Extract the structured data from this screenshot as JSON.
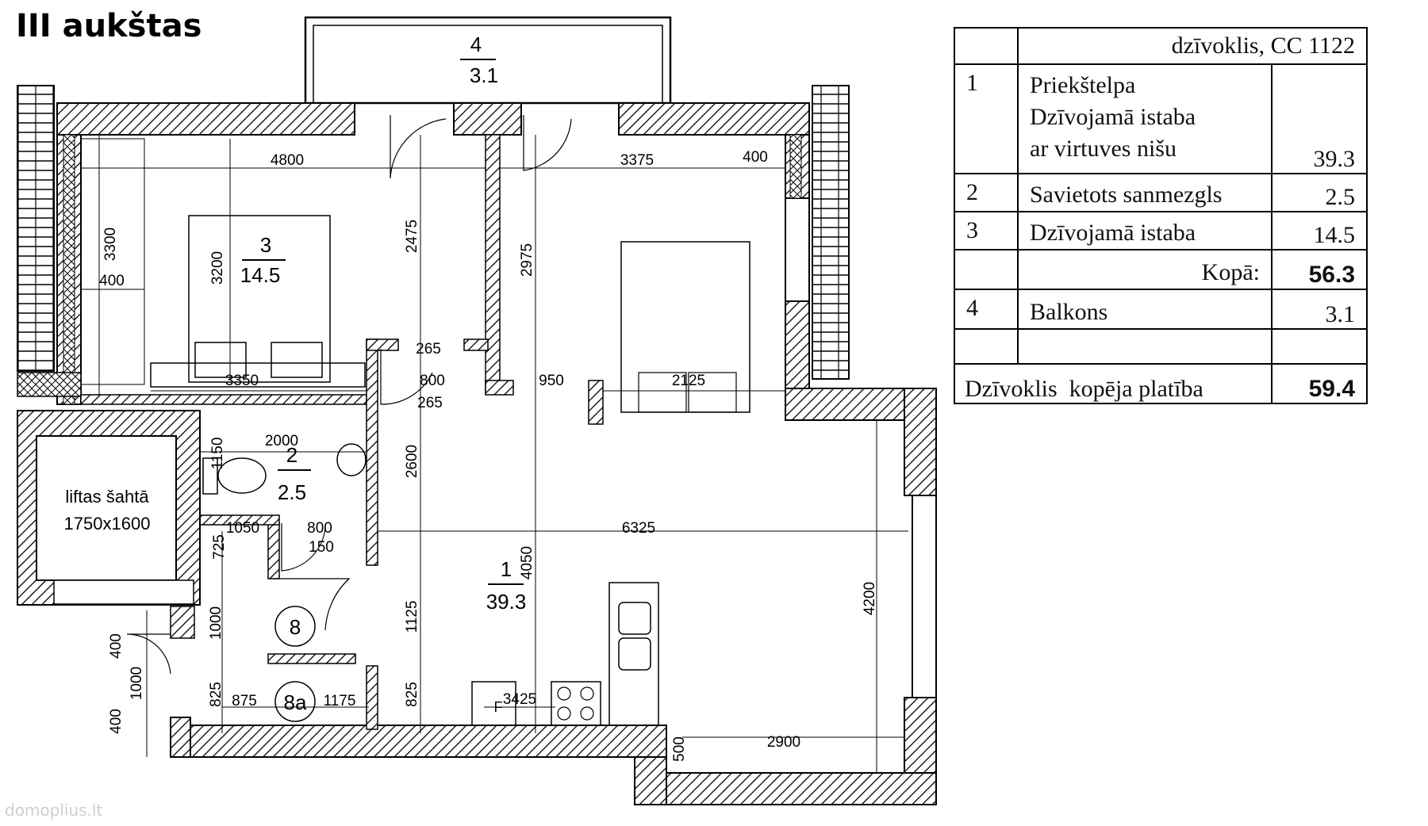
{
  "floor_title": "III aukštas",
  "watermark": "domoplius.lt",
  "plan": {
    "rooms": [
      {
        "no": "4",
        "area": "3.1"
      },
      {
        "no": "3",
        "area": "14.5"
      },
      {
        "no": "2",
        "area": "2.5"
      },
      {
        "no": "1",
        "area": "39.3"
      }
    ],
    "elevator": {
      "line1": "liftas šahtā",
      "line2": "1750x1600"
    },
    "stair_labels": [
      "8",
      "8a"
    ],
    "fridge_label": "F",
    "dimensions": [
      "4800",
      "3375",
      "400",
      "3300",
      "400",
      "3200",
      "2475",
      "2975",
      "265",
      "800",
      "265",
      "950",
      "3350",
      "2125",
      "2000",
      "1150",
      "2600",
      "1050",
      "800",
      "150",
      "725",
      "6325",
      "4050",
      "4200",
      "1000",
      "1125",
      "400",
      "1000",
      "825",
      "825",
      "400",
      "875",
      "1175",
      "3425",
      "2900",
      "500"
    ]
  },
  "table": {
    "header": "dzīvoklis, CC 1122",
    "rows": [
      {
        "no": "1",
        "name_lines": [
          "Priekštelpa",
          "Dzīvojamā istaba",
          "ar virtuves nišu"
        ],
        "area": "39.3"
      },
      {
        "no": "2",
        "name_lines": [
          "Savietots sanmezgls"
        ],
        "area": "2.5"
      },
      {
        "no": "3",
        "name_lines": [
          "Dzīvojamā istaba"
        ],
        "area": "14.5"
      }
    ],
    "subtotal": {
      "label": "Kopā:",
      "value": "56.3"
    },
    "balcony": {
      "no": "4",
      "name": "Balkons",
      "area": "3.1"
    },
    "total": {
      "label": "Dzīvoklis  kopēja platība",
      "value": "59.4"
    }
  }
}
